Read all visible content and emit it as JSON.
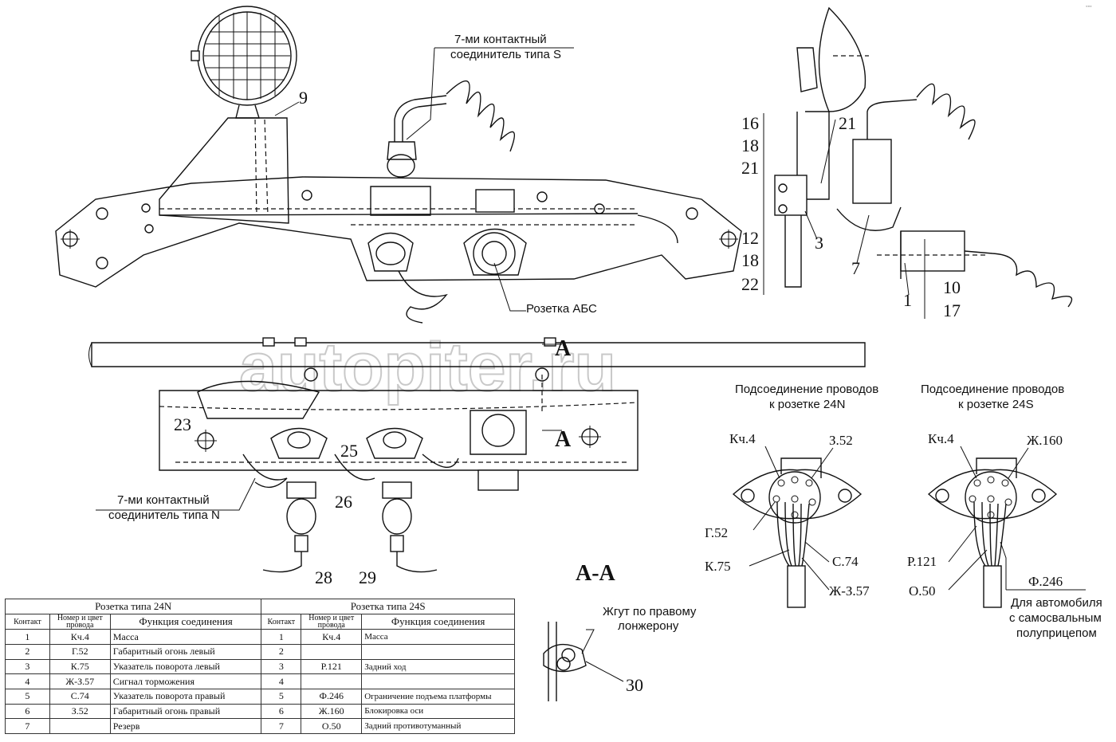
{
  "watermark": "autopiter.ru",
  "labels": {
    "connector_s": [
      "7-ми контактный",
      "соединитель типа S"
    ],
    "connector_n": [
      "7-ми контактный",
      "соединитель типа N"
    ],
    "abs_socket": "Розетка АБС",
    "conn_24n_title": [
      "Подсоединение проводов",
      "к розетке 24N"
    ],
    "conn_24s_title": [
      "Подсоединение проводов",
      "к розетке 24S"
    ],
    "section": "А-А",
    "section_mark": "А",
    "harness": [
      "Жгут по правому",
      "лонжерону"
    ],
    "dump_note": [
      "Для автомобиля",
      "с самосвальным",
      "полуприцепом"
    ]
  },
  "callouts": {
    "n9": "9",
    "n16": "16",
    "n18a": "18",
    "n21a": "21",
    "n21b": "21",
    "n12": "12",
    "n18b": "18",
    "n22": "22",
    "n3": "3",
    "n7": "7",
    "n1": "1",
    "n10": "10",
    "n17": "17",
    "n23": "23",
    "n25": "25",
    "n26": "26",
    "n28": "28",
    "n29": "29",
    "n30": "30"
  },
  "wires_24n": {
    "top_left": "Кч.4",
    "top_right": "З.52",
    "left": "Г.52",
    "bottom_left": "К.75",
    "right": "С.74",
    "bottom_right": "Ж-З.57"
  },
  "wires_24s": {
    "top_left": "Кч.4",
    "top_right": "Ж.160",
    "left": "Р.121",
    "bottom_left": "О.50",
    "right": "Ф.246"
  },
  "pins": [
    "1",
    "2",
    "3",
    "4",
    "5",
    "6",
    "7"
  ],
  "table": {
    "header_24n": "Розетка типа 24N",
    "header_24s": "Розетка типа 24S",
    "col_contact": "Контакт",
    "col_wire": [
      "Номер и цвет",
      "провода"
    ],
    "col_function": "Функция соединения",
    "rows_24n": [
      {
        "contact": "1",
        "wire": "Кч.4",
        "function": "Масса"
      },
      {
        "contact": "2",
        "wire": "Г.52",
        "function": "Габаритный огонь левый"
      },
      {
        "contact": "3",
        "wire": "К.75",
        "function": "Указатель поворота левый"
      },
      {
        "contact": "4",
        "wire": "Ж-З.57",
        "function": "Сигнал торможения"
      },
      {
        "contact": "5",
        "wire": "С.74",
        "function": "Указатель поворота правый"
      },
      {
        "contact": "6",
        "wire": "З.52",
        "function": "Габаритный огонь правый"
      },
      {
        "contact": "7",
        "wire": "",
        "function": "Резерв"
      }
    ],
    "rows_24s": [
      {
        "contact": "1",
        "wire": "Кч.4",
        "function": "Масса"
      },
      {
        "contact": "2",
        "wire": "",
        "function": ""
      },
      {
        "contact": "3",
        "wire": "Р.121",
        "function": "Задний ход"
      },
      {
        "contact": "4",
        "wire": "",
        "function": ""
      },
      {
        "contact": "5",
        "wire": "Ф.246",
        "function": "Ограничение подъема платформы"
      },
      {
        "contact": "6",
        "wire": "Ж.160",
        "function": "Блокировка оси"
      },
      {
        "contact": "7",
        "wire": "О.50",
        "function": "Задний противотуманный"
      }
    ]
  }
}
